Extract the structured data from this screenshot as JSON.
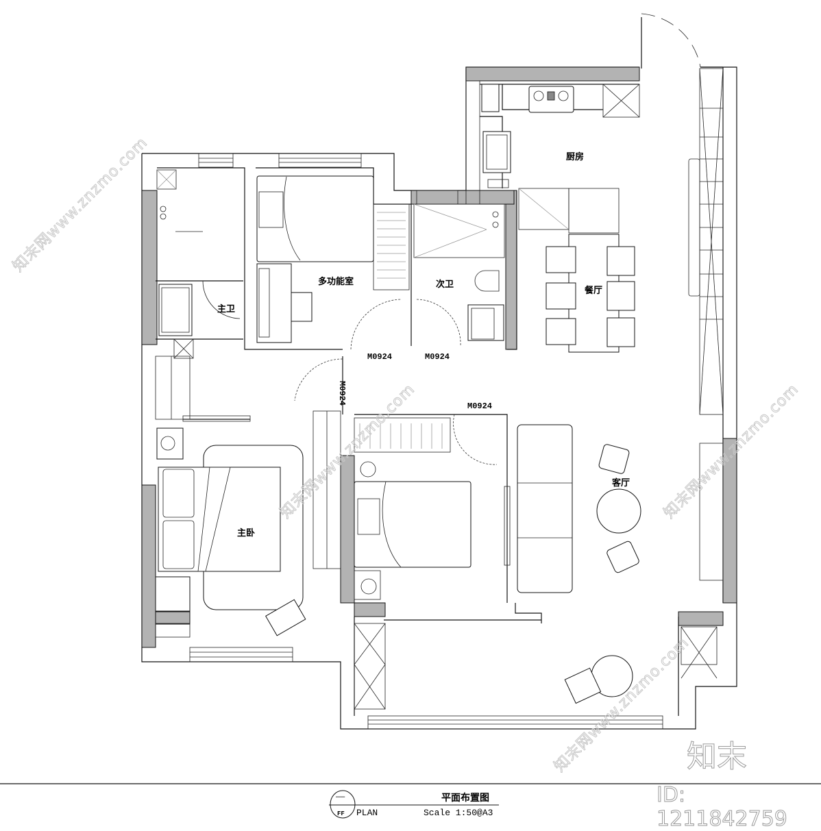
{
  "drawing": {
    "title_cn": "平面布置图",
    "plan_label": "PLAN",
    "scale": "Scale 1:50@A3",
    "symbol_top": "——",
    "symbol_bottom": "FF"
  },
  "rooms": {
    "kitchen": "厨房",
    "multi_room": "多功能室",
    "master_bath": "主卫",
    "second_bath": "次卫",
    "dining": "餐厅",
    "living": "客厅",
    "master_bedroom": "主卧"
  },
  "doors": {
    "d1": "M0924",
    "d2": "M0924",
    "d3": "M0924",
    "d4": "M0924"
  },
  "watermark": {
    "brand": "知末",
    "id": "ID: 1211842759",
    "site": "知末网www.znzmo.com"
  },
  "colors": {
    "wall_fill": "#b3b3b3",
    "line": "#111111",
    "background": "#ffffff"
  }
}
